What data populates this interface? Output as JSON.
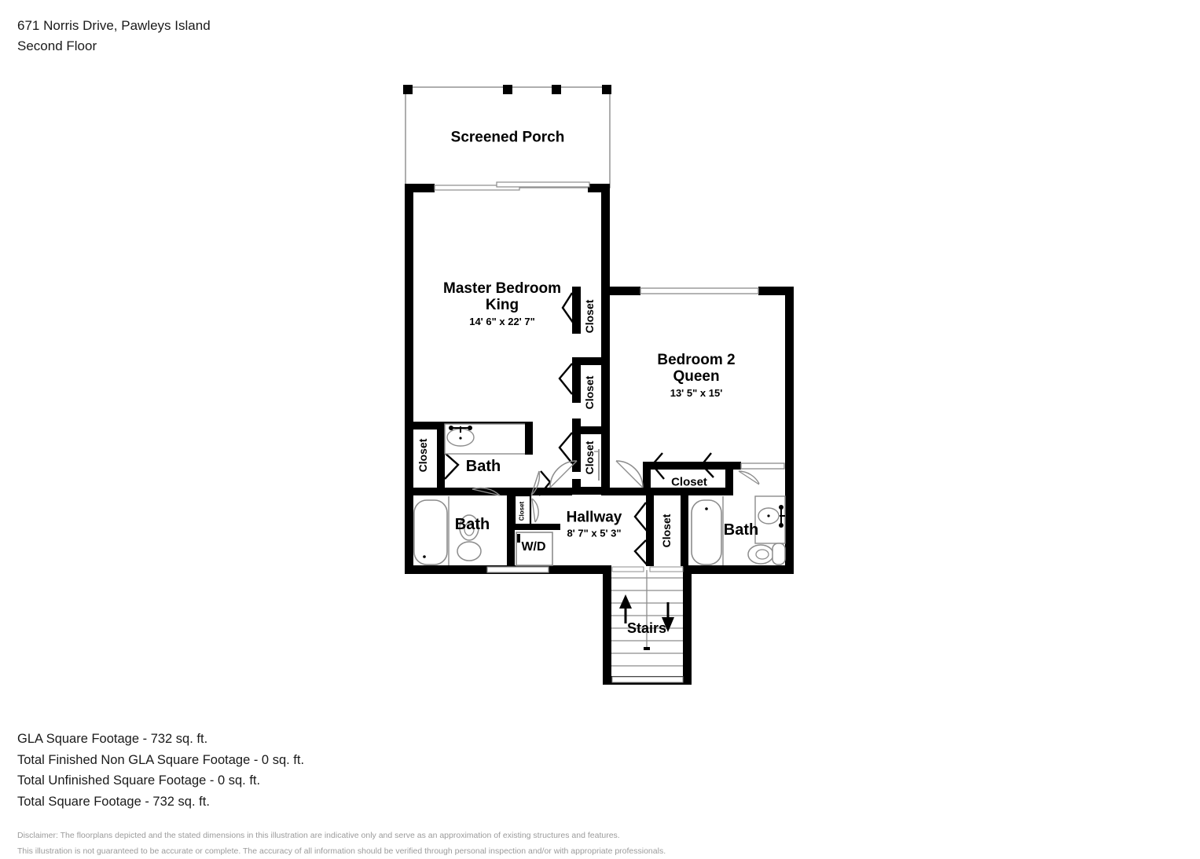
{
  "header": {
    "address": "671 Norris Drive, Pawleys Island",
    "floor": "Second Floor"
  },
  "plan": {
    "rooms": [
      {
        "name": "Screened Porch",
        "sub": "",
        "dims": ""
      },
      {
        "name": "Master Bedroom",
        "sub": "King",
        "dims": "14' 6\" x 22' 7\""
      },
      {
        "name": "Bedroom 2",
        "sub": "Queen",
        "dims": "13' 5\" x 15'"
      },
      {
        "name": "Hallway",
        "sub": "",
        "dims": "8' 7\" x 5' 3\""
      }
    ],
    "porch_label": "Screened Porch",
    "master_name": "Master Bedroom",
    "master_sub": "King",
    "master_dims": "14' 6\" x 22' 7\"",
    "bedroom2_name": "Bedroom 2",
    "bedroom2_sub": "Queen",
    "bedroom2_dims": "13' 5\" x 15'",
    "hallway_name": "Hallway",
    "hallway_dims": "8' 7\" x 5' 3\"",
    "bath_upper_left": "Bath",
    "bath_lower_left": "Bath",
    "bath_right": "Bath",
    "closet_left": "Closet",
    "closet_m1": "Closet",
    "closet_m2": "Closet",
    "closet_m3": "Closet",
    "closet_hall_top": "Closet",
    "closet_hall_right": "Closet",
    "closet_tiny": "Closet",
    "washer_dryer": "W/D",
    "stairs": "Stairs"
  },
  "footer": {
    "lines": [
      "GLA Square Footage - 732 sq. ft.",
      "Total Finished Non GLA Square Footage - 0 sq. ft.",
      "Total Unfinished Square Footage - 0 sq. ft.",
      "Total Square Footage - 732 sq. ft."
    ]
  },
  "disclaimer": {
    "line1": "Disclaimer: The floorplans depicted and the stated dimensions in this illustration are indicative only and serve as an approximation of existing structures and features.",
    "line2": "This illustration is not guaranteed to be accurate or complete. The accuracy of all information should be verified through personal inspection and/or with appropriate professionals."
  },
  "colors": {
    "wall": "#000000",
    "thin_wall": "#8c8c8c",
    "fixture_stroke": "#a0a0a0",
    "background": "#ffffff",
    "text": "#1a1a1a",
    "disclaimer_text": "#9b9b9b"
  }
}
